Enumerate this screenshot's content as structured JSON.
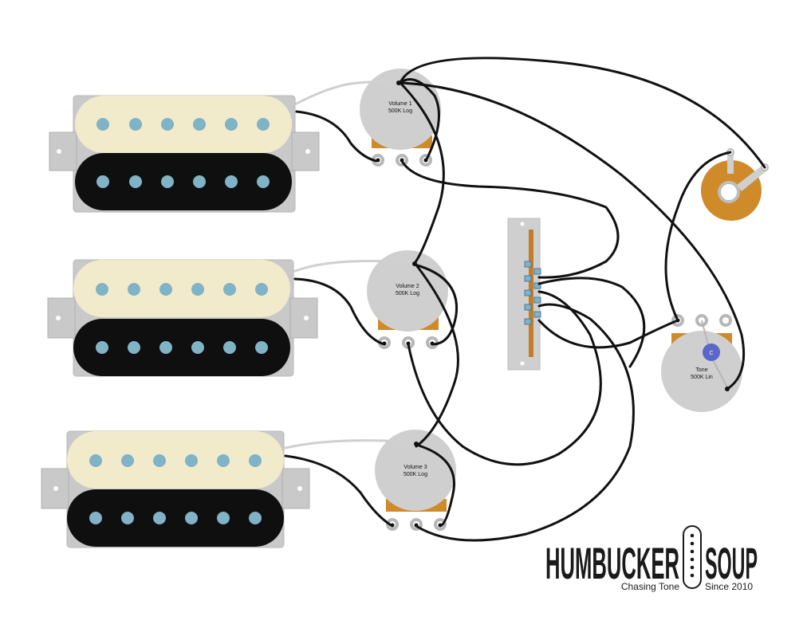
{
  "pots": {
    "vol1": {
      "name": "Volume 1",
      "value": "500K Log"
    },
    "vol2": {
      "name": "Volume 2",
      "value": "500K Log"
    },
    "vol3": {
      "name": "Volume 3",
      "value": "500K Log"
    },
    "tone": {
      "name": "Tone",
      "value": "500K Lin"
    }
  },
  "capacitor": {
    "label": "C"
  },
  "logo": {
    "left": "HUMBUCKER",
    "right": "SOUP",
    "tagline_left": "Chasing Tone",
    "tagline_right": "Since 2010"
  },
  "colors": {
    "cream": "#f1ebcc",
    "black": "#0f0f0f",
    "pole": "#7fb3c5",
    "baseplate": "#c9c9c9",
    "pot_body": "#cfcfcf",
    "lug_orange": "#cf8a2a",
    "switch": "#cfcfcf",
    "switch_strip": "#c47d2a",
    "capacitor": "#5a66c8"
  }
}
